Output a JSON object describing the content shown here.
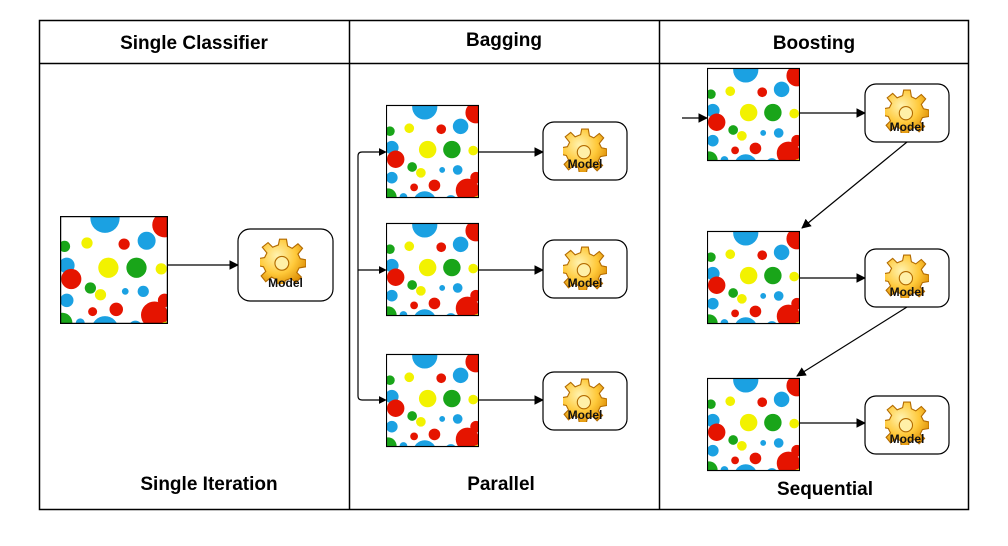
{
  "panels": [
    {
      "title": "Single Classifier",
      "footer": "Single Iteration"
    },
    {
      "title": "Bagging",
      "footer": "Parallel"
    },
    {
      "title": "Boosting",
      "footer": "Sequential"
    }
  ],
  "model_label": "Model",
  "colors": {
    "border": "#000000",
    "blue": "#1ba1e2",
    "red": "#e51400",
    "green": "#19a519",
    "yellow": "#f2f200",
    "gear_light": "#ffd24d",
    "gear_dark": "#d98c00"
  },
  "icons": {
    "model": "gear-icon",
    "dataset": "dotted-dataset-icon"
  }
}
